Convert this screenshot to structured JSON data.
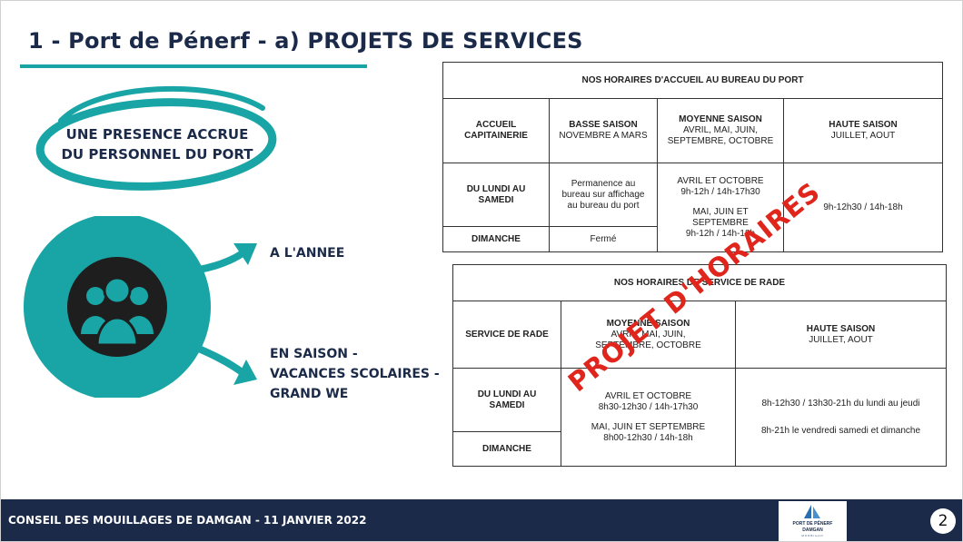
{
  "slide": {
    "title": "1 - Port de Pénerf - a) PROJETS DE SERVICES",
    "presence_line1": "UNE PRESENCE ACCRUE",
    "presence_line2": "DU PERSONNEL DU PORT",
    "icon": "people-group-icon",
    "arrow_top_label": "A L'ANNEE",
    "arrow_bottom_line1": "EN SAISON -",
    "arrow_bottom_line2": "VACANCES SCOLAIRES -",
    "arrow_bottom_line3": "GRAND WE",
    "stamp": "PROJET D'HORAIRES"
  },
  "table_accueil": {
    "title": "NOS HORAIRES D'ACCUEIL AU BUREAU DU PORT",
    "corner_line1": "ACCUEIL",
    "corner_line2": "CAPITAINERIE",
    "col1_title": "BASSE SAISON",
    "col1_sub": "NOVEMBRE A MARS",
    "col2_title": "MOYENNE SAISON",
    "col2_sub1": "AVRIL, MAI, JUIN,",
    "col2_sub2": "SEPTEMBRE, OCTOBRE",
    "col3_title": "HAUTE SAISON",
    "col3_sub": "JUILLET, AOUT",
    "row1_label1": "DU LUNDI AU",
    "row1_label2": "SAMEDI",
    "row2_label": "DIMANCHE",
    "basse_week1": "Permanence au",
    "basse_week2": "bureau sur affichage",
    "basse_week3": "au bureau du port",
    "basse_sunday": "Fermé",
    "moyenne_a1": "AVRIL ET OCTOBRE",
    "moyenne_a2": "9h-12h / 14h-17h30",
    "moyenne_b1": "MAI, JUIN ET",
    "moyenne_b2": "SEPTEMBRE",
    "moyenne_b3": "9h-12h / 14h-18h",
    "haute_all": "9h-12h30 / 14h-18h"
  },
  "table_rade": {
    "title": "NOS HORAIRES DE SERVICE DE RADE",
    "corner": "SERVICE DE RADE",
    "col1_title": "MOYENNE SAISON",
    "col1_sub1": "AVRIL, MAI, JUIN,",
    "col1_sub2": "SEPTEMBRE, OCTOBRE",
    "col2_title": "HAUTE SAISON",
    "col2_sub": "JUILLET, AOUT",
    "row1_label1": "DU LUNDI AU",
    "row1_label2": "SAMEDI",
    "row2_label": "DIMANCHE",
    "moyenne_a1": "AVRIL ET OCTOBRE",
    "moyenne_a2": "8h30-12h30 / 14h-17h30",
    "moyenne_b1": "MAI, JUIN ET SEPTEMBRE",
    "moyenne_b2": "8h00-12h30 / 14h-18h",
    "haute_a": "8h-12h30 / 13h30-21h du lundi au jeudi",
    "haute_b": "8h-21h le vendredi samedi et dimanche"
  },
  "footer": {
    "text": "CONSEIL DES MOUILLAGES DE DAMGAN - 11 JANVIER 2022",
    "logo_line1": "PORT DE PÉNERF",
    "logo_line2": "DAMGAN",
    "logo_line3": "MORBIHAN",
    "page_number": "2"
  },
  "colors": {
    "navy": "#1b2a49",
    "teal": "#19a5a5",
    "stamp_red": "#e0261c"
  }
}
